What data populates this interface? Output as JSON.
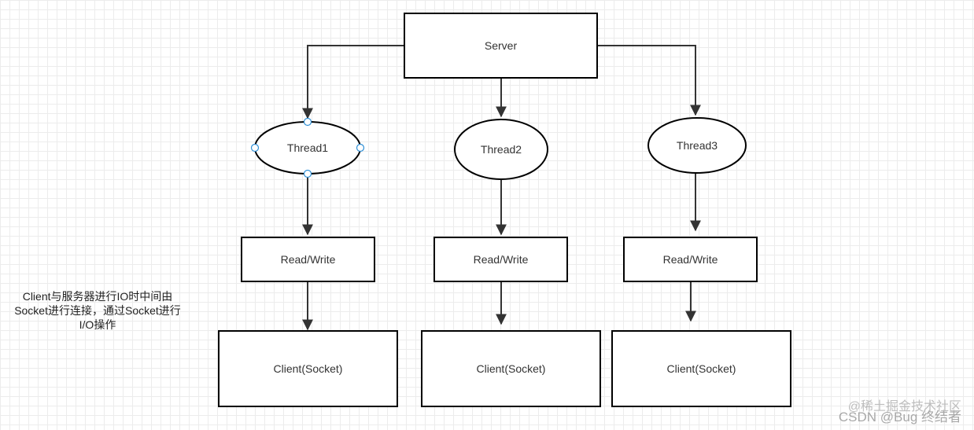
{
  "diagram": {
    "server": {
      "label": "Server"
    },
    "threads": [
      {
        "label": "Thread1"
      },
      {
        "label": "Thread2"
      },
      {
        "label": "Thread3"
      }
    ],
    "read_write": [
      {
        "label": "Read/Write"
      },
      {
        "label": "Read/Write"
      },
      {
        "label": "Read/Write"
      }
    ],
    "clients": [
      {
        "label": "Client(Socket)"
      },
      {
        "label": "Client(Socket)"
      },
      {
        "label": "Client(Socket)"
      }
    ],
    "note": {
      "lines": [
        "Client与服务器进行IO时中间由",
        "Socket进行连接，通过Socket进行",
        "I/O操作"
      ]
    },
    "colors": {
      "stroke": "#000000",
      "arrow": "#333333",
      "selection_handle": "#2e8fd6"
    }
  },
  "watermark": {
    "top": "@稀土掘金技术社区",
    "bottom": "CSDN @Bug 终结者"
  }
}
